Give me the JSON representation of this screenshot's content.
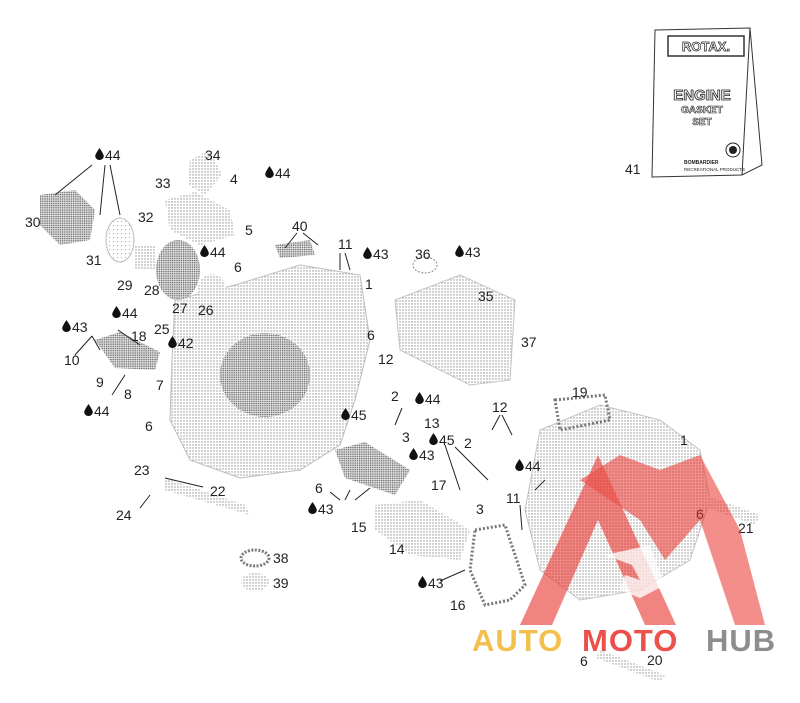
{
  "diagram": {
    "title": "",
    "labels": [
      {
        "id": "l-44a",
        "text": "44",
        "drop": true
      },
      {
        "id": "l-34",
        "text": "34",
        "drop": false
      },
      {
        "id": "l-33",
        "text": "33",
        "drop": false
      },
      {
        "id": "l-4",
        "text": "4",
        "drop": false
      },
      {
        "id": "l-44b",
        "text": "44",
        "drop": true
      },
      {
        "id": "l-30",
        "text": "30",
        "drop": false
      },
      {
        "id": "l-32",
        "text": "32",
        "drop": false
      },
      {
        "id": "l-5",
        "text": "5",
        "drop": false
      },
      {
        "id": "l-40",
        "text": "40",
        "drop": false
      },
      {
        "id": "l-11a",
        "text": "11",
        "drop": false
      },
      {
        "id": "l-43a",
        "text": "43",
        "drop": true
      },
      {
        "id": "l-36",
        "text": "36",
        "drop": false
      },
      {
        "id": "l-43b",
        "text": "43",
        "drop": true
      },
      {
        "id": "l-31",
        "text": "31",
        "drop": false
      },
      {
        "id": "l-44c",
        "text": "44",
        "drop": true
      },
      {
        "id": "l-6a",
        "text": "6",
        "drop": false
      },
      {
        "id": "l-29",
        "text": "29",
        "drop": false
      },
      {
        "id": "l-28",
        "text": "28",
        "drop": false
      },
      {
        "id": "l-27",
        "text": "27",
        "drop": false
      },
      {
        "id": "l-26",
        "text": "26",
        "drop": false
      },
      {
        "id": "l-1a",
        "text": "1",
        "drop": false
      },
      {
        "id": "l-35",
        "text": "35",
        "drop": false
      },
      {
        "id": "l-44d",
        "text": "44",
        "drop": true
      },
      {
        "id": "l-43c",
        "text": "43",
        "drop": true
      },
      {
        "id": "l-18",
        "text": "18",
        "drop": false
      },
      {
        "id": "l-25",
        "text": "25",
        "drop": false
      },
      {
        "id": "l-42",
        "text": "42",
        "drop": true
      },
      {
        "id": "l-6b",
        "text": "6",
        "drop": false
      },
      {
        "id": "l-37",
        "text": "37",
        "drop": false
      },
      {
        "id": "l-10",
        "text": "10",
        "drop": false
      },
      {
        "id": "l-12a",
        "text": "12",
        "drop": false
      },
      {
        "id": "l-9",
        "text": "9",
        "drop": false
      },
      {
        "id": "l-7",
        "text": "7",
        "drop": false
      },
      {
        "id": "l-8",
        "text": "8",
        "drop": false
      },
      {
        "id": "l-19",
        "text": "19",
        "drop": false
      },
      {
        "id": "l-2a",
        "text": "2",
        "drop": false
      },
      {
        "id": "l-44e",
        "text": "44",
        "drop": true
      },
      {
        "id": "l-44f",
        "text": "44",
        "drop": true
      },
      {
        "id": "l-45a",
        "text": "45",
        "drop": true
      },
      {
        "id": "l-12b",
        "text": "12",
        "drop": false
      },
      {
        "id": "l-6c",
        "text": "6",
        "drop": false
      },
      {
        "id": "l-13",
        "text": "13",
        "drop": false
      },
      {
        "id": "l-3a",
        "text": "3",
        "drop": false
      },
      {
        "id": "l-45b",
        "text": "45",
        "drop": true
      },
      {
        "id": "l-2b",
        "text": "2",
        "drop": false
      },
      {
        "id": "l-1b",
        "text": "1",
        "drop": false
      },
      {
        "id": "l-43d",
        "text": "43",
        "drop": true
      },
      {
        "id": "l-44g",
        "text": "44",
        "drop": true
      },
      {
        "id": "l-23",
        "text": "23",
        "drop": false
      },
      {
        "id": "l-17",
        "text": "17",
        "drop": false
      },
      {
        "id": "l-6d",
        "text": "6",
        "drop": false
      },
      {
        "id": "l-22",
        "text": "22",
        "drop": false
      },
      {
        "id": "l-11b",
        "text": "11",
        "drop": false
      },
      {
        "id": "l-43e",
        "text": "43",
        "drop": true
      },
      {
        "id": "l-3b",
        "text": "3",
        "drop": false
      },
      {
        "id": "l-6e",
        "text": "6",
        "drop": false
      },
      {
        "id": "l-24",
        "text": "24",
        "drop": false
      },
      {
        "id": "l-15",
        "text": "15",
        "drop": false
      },
      {
        "id": "l-21",
        "text": "21",
        "drop": false
      },
      {
        "id": "l-14",
        "text": "14",
        "drop": false
      },
      {
        "id": "l-38",
        "text": "38",
        "drop": false
      },
      {
        "id": "l-39",
        "text": "39",
        "drop": false
      },
      {
        "id": "l-43f",
        "text": "43",
        "drop": true
      },
      {
        "id": "l-16",
        "text": "16",
        "drop": false
      },
      {
        "id": "l-6f",
        "text": "6",
        "drop": false
      },
      {
        "id": "l-20",
        "text": "20",
        "drop": false
      },
      {
        "id": "l-41",
        "text": "41",
        "drop": false
      }
    ],
    "gasket_kit": {
      "brand": "ROTAX.",
      "line1": "ENGINE",
      "line2": "GASKET",
      "line3": "SET",
      "footer1": "BOMBARDIER",
      "footer2": "RECREATIONAL PRODUCTS"
    },
    "watermark": {
      "part1": "AUTO",
      "part2": "MOTO",
      "part3": "HUB"
    },
    "colors": {
      "ink": "#222222",
      "stipple": "#9a9a9a",
      "watermark_red": "#e8322b",
      "watermark_orange": "#f2b632",
      "watermark_grey": "#7a7a7a"
    }
  }
}
